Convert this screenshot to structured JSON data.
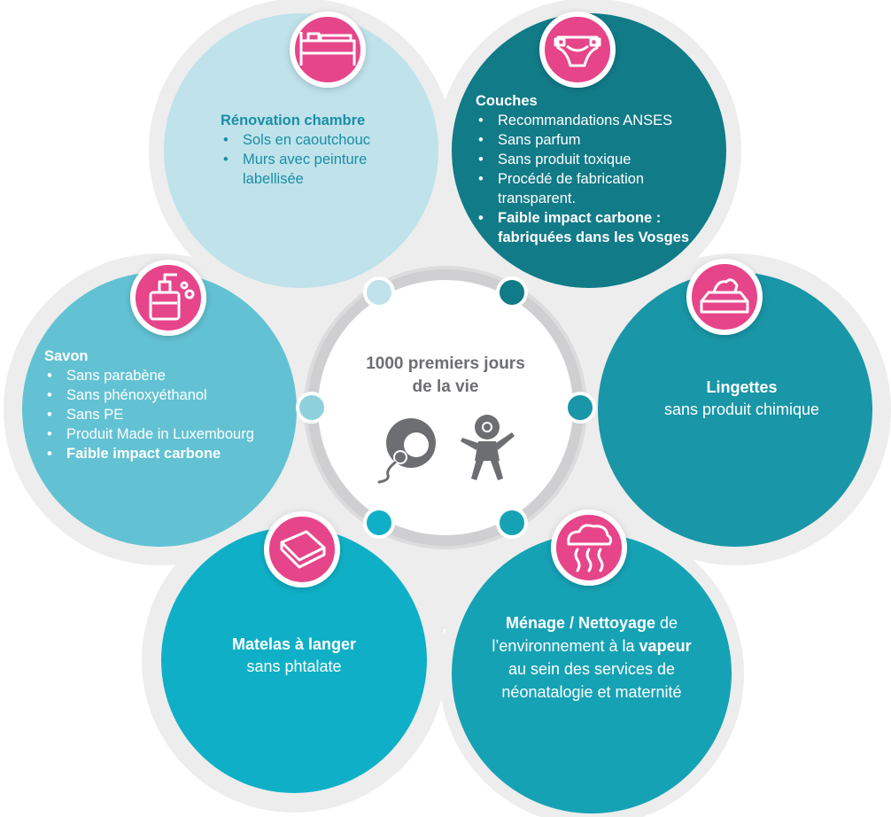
{
  "center": {
    "title_line1": "1000 premiers jours",
    "title_line2": "de la vie",
    "icons": [
      "sperm-egg-icon",
      "baby-icon"
    ]
  },
  "colors": {
    "light_blue": "#bfe2eb",
    "dark_teal": "#117b88",
    "mid_teal": "#1996a7",
    "light_teal": "#62c2d3",
    "cyan": "#0fb0c7",
    "pink": "#e6458a",
    "center_grey": "#6d6e71"
  },
  "bubbles": {
    "renovation": {
      "icon": "bed-icon",
      "title": "Rénovation chambre",
      "items": [
        "Sols en caoutchouc",
        "Murs avec peinture labellisée"
      ]
    },
    "couches": {
      "icon": "diaper-icon",
      "title": "Couches",
      "items": [
        "Recommandations ANSES",
        "Sans parfum",
        "Sans produit toxique",
        "Procédé de fabrication transparent."
      ],
      "bold_item": "Faible impact carbone : fabriquées dans les Vosges"
    },
    "lingettes": {
      "icon": "wipes-icon",
      "title": "Lingettes",
      "subtitle": "sans produit chimique"
    },
    "savon": {
      "icon": "soap-dispenser-icon",
      "title": "Savon",
      "items": [
        "Sans parabène",
        "Sans phénoxyéthanol",
        "Sans PE",
        "Produit Made in Luxembourg"
      ],
      "bold_item": "Faible impact carbone"
    },
    "matelas": {
      "icon": "changing-mat-icon",
      "title": "Matelas à langer",
      "subtitle": "sans phtalate"
    },
    "menage": {
      "icon": "steam-cloud-icon",
      "title_bold": "Ménage / Nettoyage",
      "word_de": "de",
      "line2_text": "l’environnement à la",
      "line2_bold": "vapeur",
      "line3": "au sein des services de",
      "line4": "néonatalogie et maternité"
    }
  }
}
